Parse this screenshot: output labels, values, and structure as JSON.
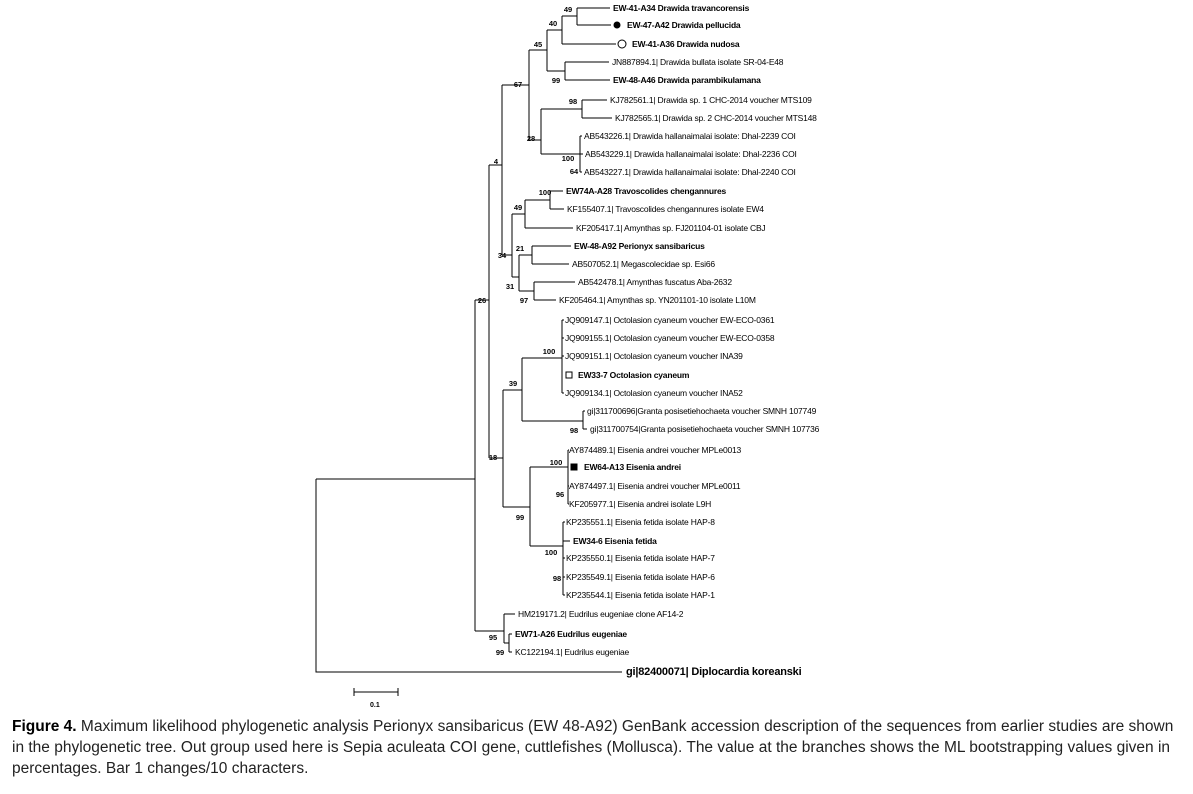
{
  "leaves": [
    {
      "text": "EW-41-A34 Drawida travancorensis",
      "bold": true,
      "marker": ""
    },
    {
      "text": "EW-47-A42 Drawida pellucida",
      "bold": true,
      "marker": "fcirc"
    },
    {
      "text": "EW-41-A36 Drawida nudosa",
      "bold": true,
      "marker": "ocirc"
    },
    {
      "text": "JN887894.1| Drawida bullata isolate SR-04-E48",
      "bold": false,
      "marker": ""
    },
    {
      "text": "EW-48-A46 Drawida parambikulamana",
      "bold": true,
      "marker": ""
    },
    {
      "text": "KJ782561.1| Drawida sp. 1 CHC-2014 voucher MTS109",
      "bold": false,
      "marker": ""
    },
    {
      "text": "KJ782565.1| Drawida sp. 2 CHC-2014 voucher MTS148",
      "bold": false,
      "marker": ""
    },
    {
      "text": "AB543226.1| Drawida hallanaimalai isolate: Dhal-2239 COI",
      "bold": false,
      "marker": ""
    },
    {
      "text": "AB543229.1| Drawida hallanaimalai isolate: Dhal-2236 COI",
      "bold": false,
      "marker": ""
    },
    {
      "text": "AB543227.1| Drawida hallanaimalai isolate: Dhal-2240 COI",
      "bold": false,
      "marker": ""
    },
    {
      "text": "EW74A-A28 Travoscolides chengannures",
      "bold": true,
      "marker": ""
    },
    {
      "text": "KF155407.1| Travoscolides chengannures isolate EW4",
      "bold": false,
      "marker": ""
    },
    {
      "text": "KF205417.1| Amynthas sp. FJ201104-01 isolate CBJ",
      "bold": false,
      "marker": ""
    },
    {
      "text": "EW-48-A92 Perionyx sansibaricus",
      "bold": true,
      "marker": ""
    },
    {
      "text": "AB507052.1| Megascolecidae sp. Esi66",
      "bold": false,
      "marker": ""
    },
    {
      "text": "AB542478.1| Amynthas fuscatus Aba-2632",
      "bold": false,
      "marker": ""
    },
    {
      "text": "KF205464.1| Amynthas sp. YN201101-10 isolate L10M",
      "bold": false,
      "marker": ""
    },
    {
      "text": "JQ909147.1| Octolasion cyaneum voucher EW-ECO-0361",
      "bold": false,
      "marker": ""
    },
    {
      "text": "JQ909155.1| Octolasion cyaneum voucher EW-ECO-0358",
      "bold": false,
      "marker": ""
    },
    {
      "text": "JQ909151.1| Octolasion cyaneum voucher INA39",
      "bold": false,
      "marker": ""
    },
    {
      "text": "EW33-7 Octolasion cyaneum",
      "bold": true,
      "marker": "osq"
    },
    {
      "text": "JQ909134.1| Octolasion cyaneum voucher INA52",
      "bold": false,
      "marker": ""
    },
    {
      "text": "gi|311700696|Granta posisetiehochaeta voucher SMNH 107749",
      "bold": false,
      "marker": ""
    },
    {
      "text": "gi|311700754|Granta posisetiehochaeta voucher SMNH 107736",
      "bold": false,
      "marker": ""
    },
    {
      "text": "AY874489.1| Eisenia andrei voucher MPLe0013",
      "bold": false,
      "marker": ""
    },
    {
      "text": "EW64-A13 Eisenia andrei",
      "bold": true,
      "marker": "fsq"
    },
    {
      "text": "AY874497.1| Eisenia andrei voucher MPLe0011",
      "bold": false,
      "marker": ""
    },
    {
      "text": "KF205977.1| Eisenia andrei isolate L9H",
      "bold": false,
      "marker": ""
    },
    {
      "text": "KP235551.1| Eisenia fetida isolate HAP-8",
      "bold": false,
      "marker": ""
    },
    {
      "text": "EW34-6 Eisenia fetida",
      "bold": true,
      "marker": ""
    },
    {
      "text": "KP235550.1| Eisenia fetida isolate HAP-7",
      "bold": false,
      "marker": ""
    },
    {
      "text": "KP235549.1| Eisenia fetida isolate HAP-6",
      "bold": false,
      "marker": ""
    },
    {
      "text": "KP235544.1| Eisenia fetida isolate HAP-1",
      "bold": false,
      "marker": ""
    },
    {
      "text": "HM219171.2| Eudrilus eugeniae clone AF14-2",
      "bold": false,
      "marker": ""
    },
    {
      "text": "EW71-A26 Eudrilus eugeniae",
      "bold": true,
      "marker": ""
    },
    {
      "text": "KC122194.1| Eudrilus eugeniae",
      "bold": false,
      "marker": ""
    },
    {
      "text": "gi|82400071| Diplocardia koreanski",
      "bold": true,
      "marker": "",
      "outgroup": true
    }
  ],
  "bootstrap": [
    "49",
    "40",
    "45",
    "99",
    "67",
    "98",
    "28",
    "100",
    "64",
    "4",
    "100",
    "49",
    "21",
    "34",
    "31",
    "97",
    "26",
    "100",
    "39",
    "98",
    "18",
    "100",
    "96",
    "99",
    "100",
    "98",
    "95",
    "99"
  ],
  "scale": {
    "label": "0.1"
  },
  "caption": {
    "figure_label": "Figure 4.",
    "text": " Maximum likelihood phylogenetic analysis Perionyx sansibaricus (EW 48-A92) GenBank accession description of the sequences from earlier studies are shown in the phylogenetic tree. Out group used here is Sepia aculeata COI gene, cuttlefishes (Mollusca). The value at the branches shows the ML bootstrapping values given in percentages. Bar 1 changes/10 characters."
  }
}
